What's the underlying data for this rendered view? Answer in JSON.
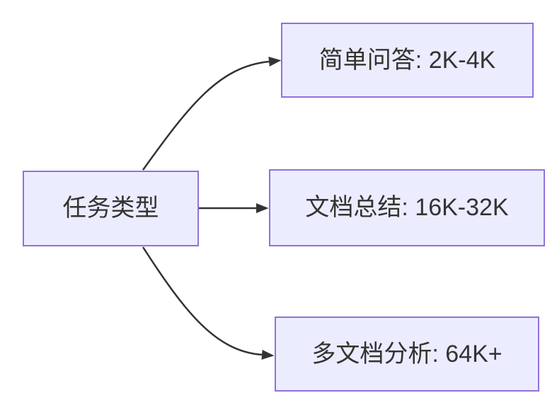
{
  "diagram": {
    "type": "flowchart",
    "direction": "left-to-right",
    "colors": {
      "node_fill": "#ECECFF",
      "node_border": "#9370DB",
      "text": "#333333",
      "edge": "#333333",
      "background": "#FFFFFF"
    },
    "nodes": {
      "root": {
        "label": "任务类型"
      },
      "child1": {
        "label": "简单问答: 2K-4K"
      },
      "child2": {
        "label": "文档总结: 16K-32K"
      },
      "child3": {
        "label": "多文档分析: 64K+"
      }
    },
    "edges": [
      {
        "from": "任务类型",
        "to": "简单问答: 2K-4K",
        "style": "curved-up-arrow"
      },
      {
        "from": "任务类型",
        "to": "文档总结: 16K-32K",
        "style": "straight-arrow"
      },
      {
        "from": "任务类型",
        "to": "多文档分析: 64K+",
        "style": "curved-down-arrow"
      }
    ]
  }
}
